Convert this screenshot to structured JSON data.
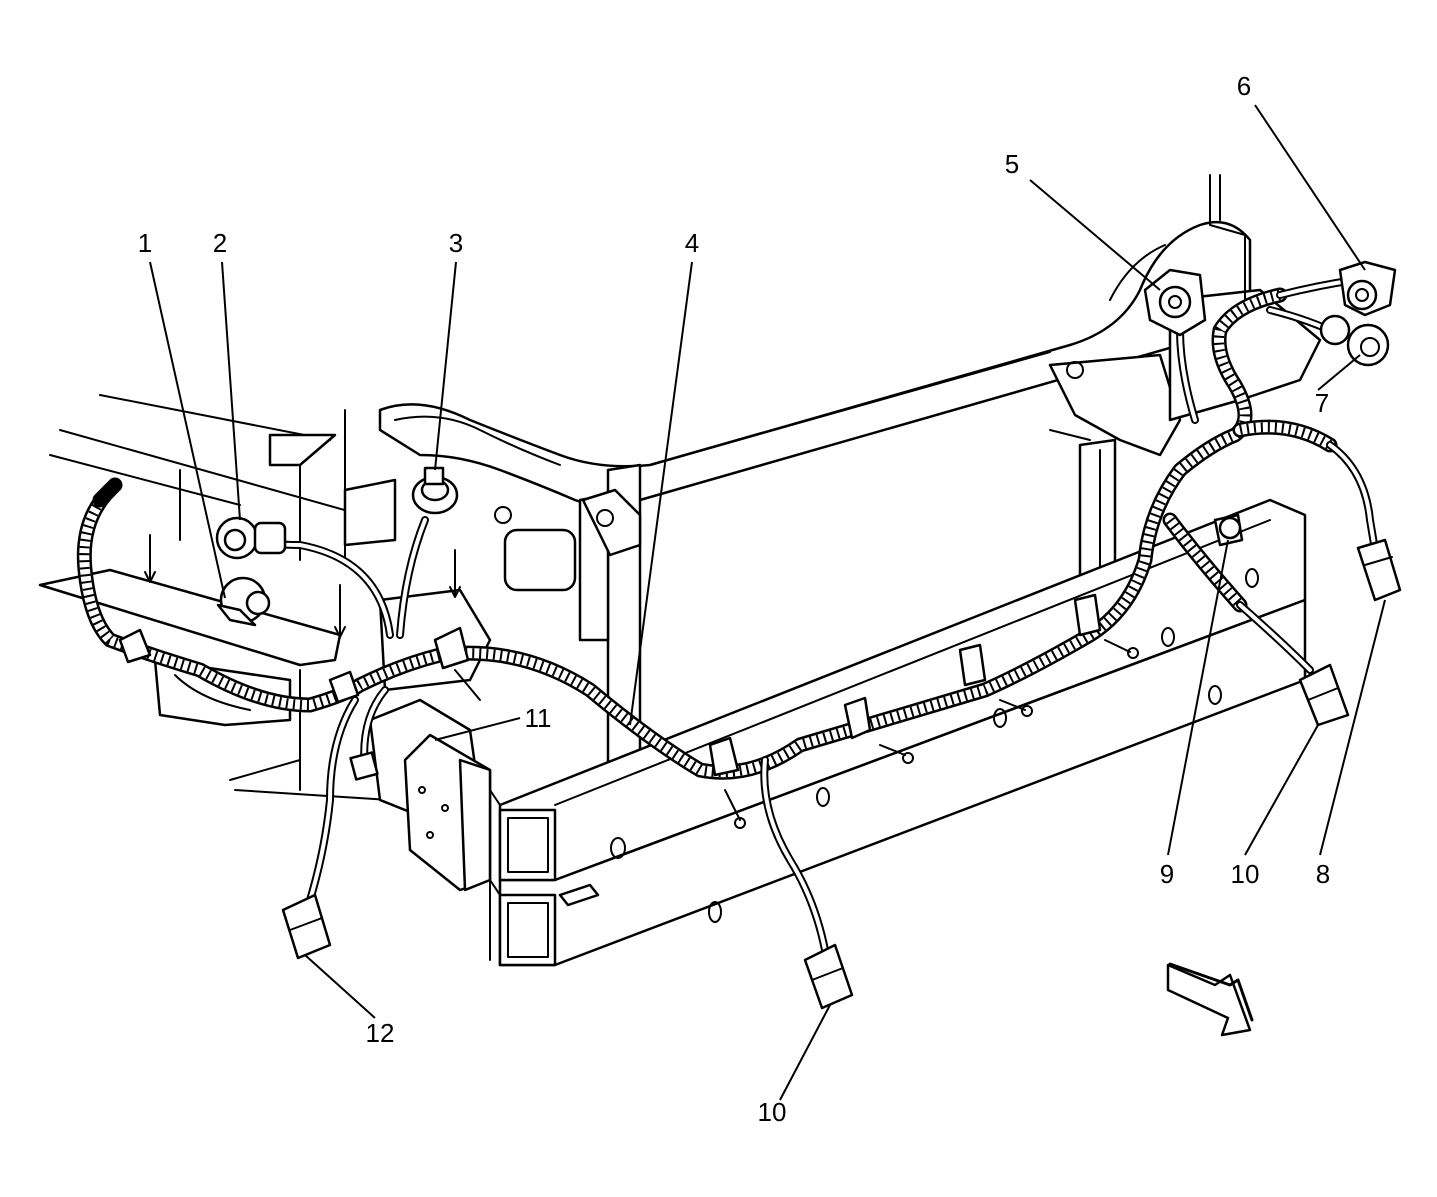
{
  "diagram": {
    "callouts": [
      {
        "id": "c1",
        "label": "1"
      },
      {
        "id": "c2",
        "label": "2"
      },
      {
        "id": "c3",
        "label": "3"
      },
      {
        "id": "c4",
        "label": "4"
      },
      {
        "id": "c5",
        "label": "5"
      },
      {
        "id": "c6",
        "label": "6"
      },
      {
        "id": "c7",
        "label": "7"
      },
      {
        "id": "c8",
        "label": "8"
      },
      {
        "id": "c9",
        "label": "9"
      },
      {
        "id": "c10a",
        "label": "10"
      },
      {
        "id": "c10b",
        "label": "10"
      },
      {
        "id": "c11",
        "label": "11"
      },
      {
        "id": "c12",
        "label": "12"
      }
    ]
  }
}
